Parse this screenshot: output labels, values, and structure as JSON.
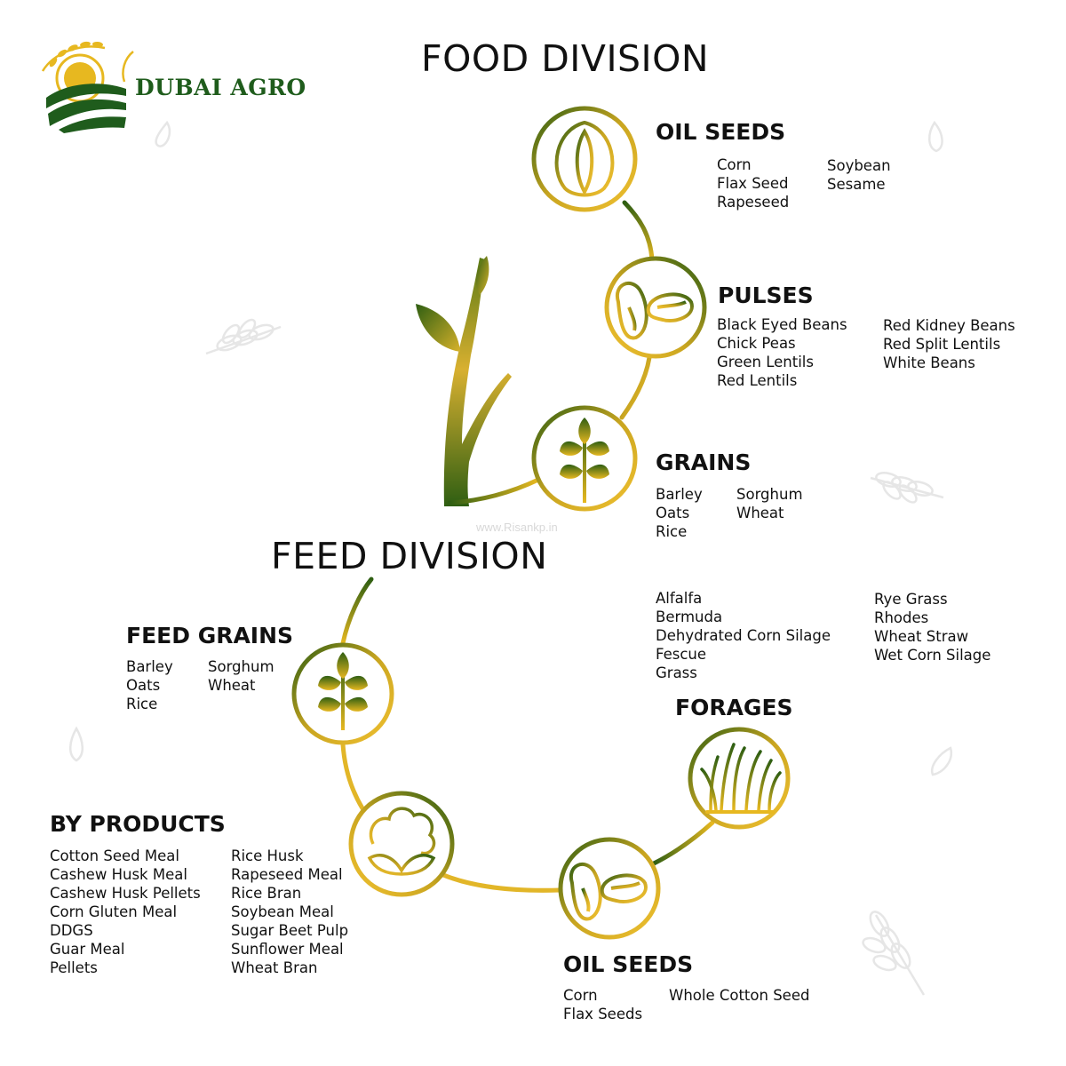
{
  "brand": {
    "name": "DUBAI AGRO"
  },
  "colors": {
    "green": "#2e5e12",
    "gold": "#e7b820",
    "logo_green": "#1f5c1c"
  },
  "food_division": {
    "title": "FOOD DIVISION",
    "oil_seeds": {
      "title": "OIL SEEDS",
      "col1": [
        "Corn",
        "Flax Seed",
        "Rapeseed"
      ],
      "col2": [
        "Soybean",
        "Sesame"
      ]
    },
    "pulses": {
      "title": "PULSES",
      "col1": [
        "Black Eyed Beans",
        "Chick Peas",
        "Green Lentils",
        "Red Lentils"
      ],
      "col2": [
        "Red Kidney Beans",
        "Red Split Lentils",
        "White Beans"
      ]
    },
    "grains": {
      "title": "GRAINS",
      "col1": [
        "Barley",
        "Oats",
        "Rice"
      ],
      "col2": [
        "Sorghum",
        "Wheat"
      ]
    }
  },
  "watermark": "www.Risankp.in",
  "feed_division": {
    "title": "FEED DIVISION",
    "feed_grains": {
      "title": "FEED GRAINS",
      "col1": [
        "Barley",
        "Oats",
        "Rice"
      ],
      "col2": [
        "Sorghum",
        "Wheat"
      ]
    },
    "forages": {
      "title": "FORAGES",
      "col1": [
        "Alfalfa",
        "Bermuda",
        "Dehydrated Corn Silage",
        "Fescue",
        "Grass"
      ],
      "col2": [
        "Rye Grass",
        "Rhodes",
        "Wheat Straw",
        "Wet Corn Silage"
      ]
    },
    "by_products": {
      "title": "BY PRODUCTS",
      "col1": [
        "Cotton Seed Meal",
        "Cashew Husk Meal",
        "Cashew Husk Pellets",
        "Corn Gluten Meal",
        "DDGS",
        "Guar Meal",
        "Pellets"
      ],
      "col2": [
        "Rice Husk",
        "Rapeseed Meal",
        "Rice Bran",
        "Soybean Meal",
        "Sugar Beet Pulp",
        "Sunflower Meal",
        "Wheat Bran"
      ]
    },
    "oil_seeds": {
      "title": "OIL SEEDS",
      "col1": [
        "Corn",
        "Flax Seeds"
      ],
      "col2": [
        "Whole Cotton Seed"
      ]
    }
  }
}
